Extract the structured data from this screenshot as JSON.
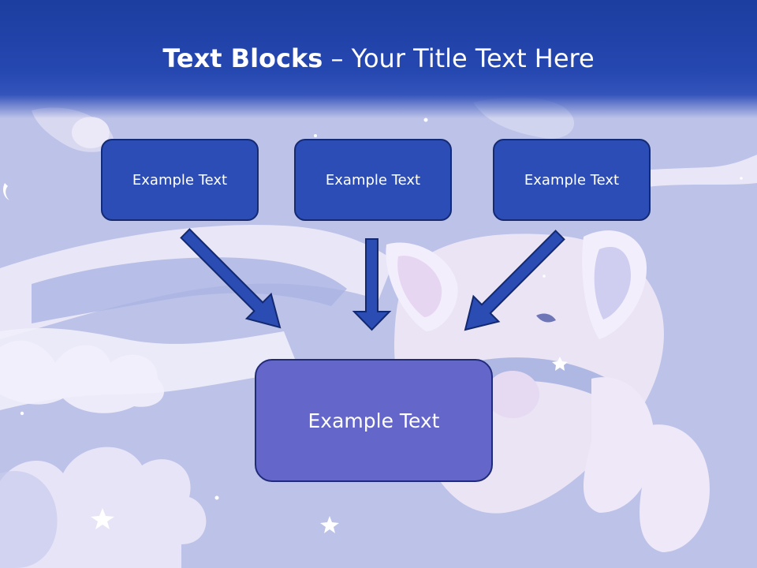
{
  "slide": {
    "title_bold": "Text Blocks",
    "title_dash": " – ",
    "title_rest": "Your Title Text Here",
    "box_top_left": "Example Text",
    "box_top_center": "Example Text",
    "box_top_right": "Example Text",
    "box_bottom": "Example Text"
  },
  "colors": {
    "header_blue": "#2547b0",
    "box_blue": "#2b4db5",
    "box_purple": "#6466c9",
    "arrow_blue": "#2a4cb3",
    "background_lavender": "#b9bfe6"
  }
}
